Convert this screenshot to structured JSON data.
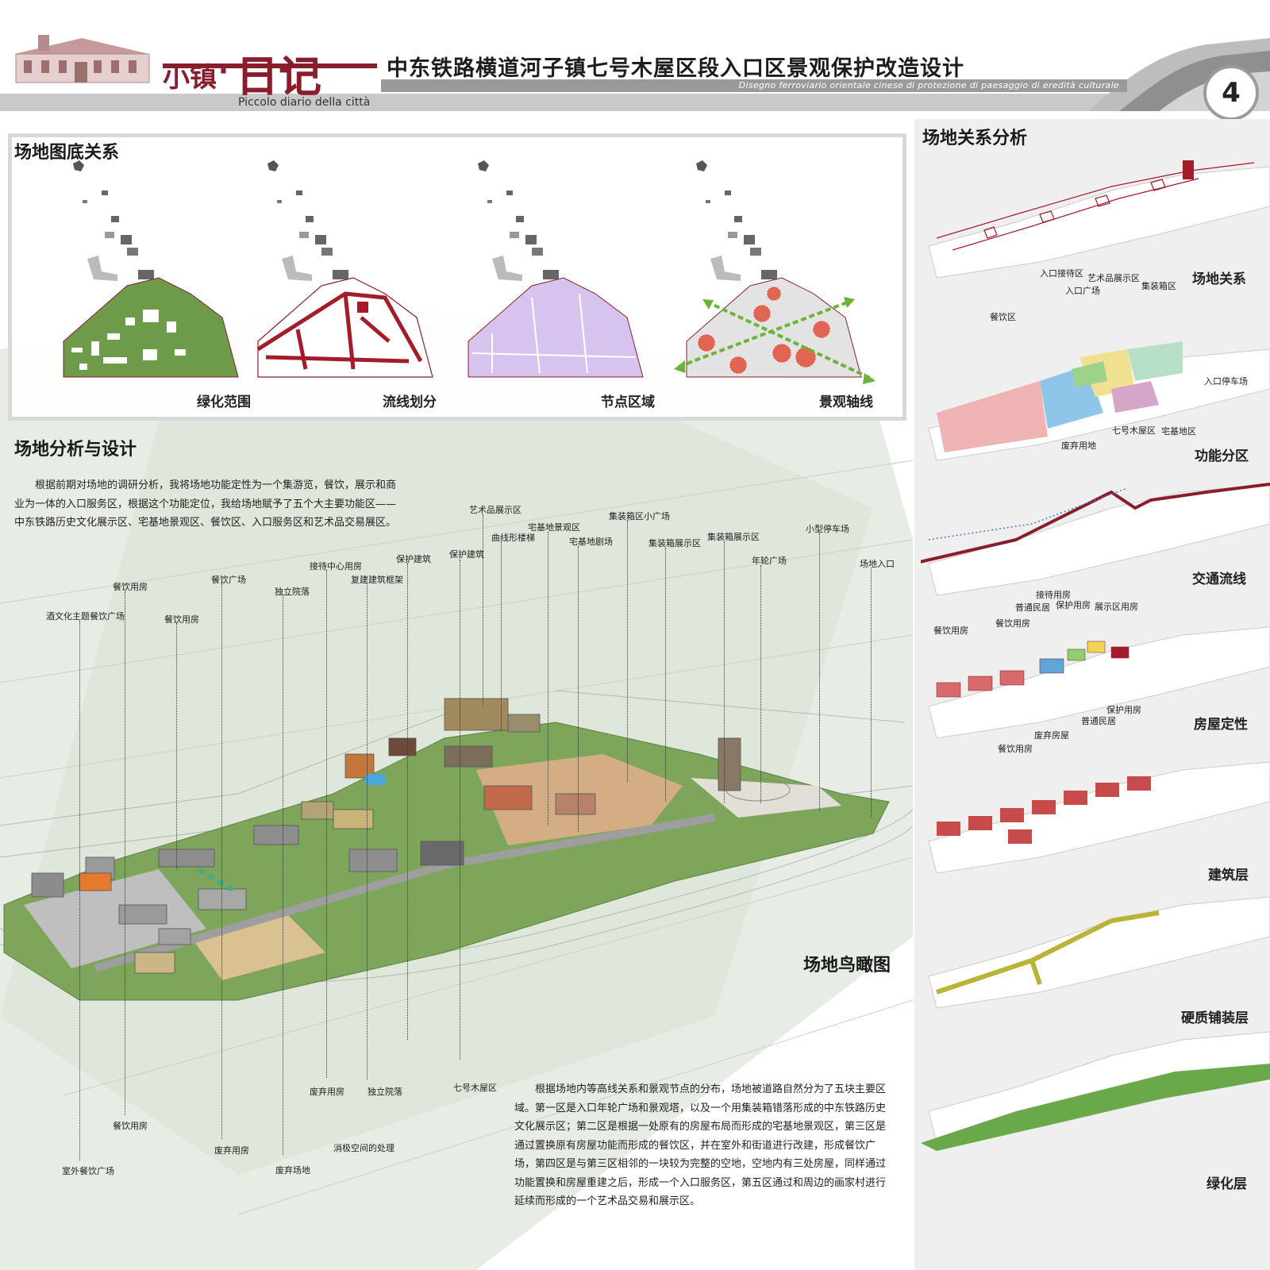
{
  "header": {
    "brand_prefix": "小镇",
    "brand_dot": "·",
    "brand_main": "日记",
    "title": "中东铁路横道河子镇七号木屋区段入口区景观保护改造设计",
    "subtitle_it": "Disegno ferroviario orientale cinese di protezione di paesaggio di eredità culturale",
    "brand_it": "Piccolo diario della città",
    "page_number": "4"
  },
  "figure_ground": {
    "heading": "场地图底关系",
    "maps": [
      {
        "label": "绿化范围"
      },
      {
        "label": "流线划分"
      },
      {
        "label": "节点区域"
      },
      {
        "label": "景观轴线"
      }
    ]
  },
  "analysis": {
    "heading": "场地分析与设计",
    "intro": "根据前期对场地的调研分析，我将场地功能定性为一个集游览，餐饮，展示和商业为一体的入口服务区，根据这个功能定位，我给场地赋予了五个大主要功能区——中东铁路历史文化展示区、宅基地景观区、餐饮区、入口服务区和艺术品交易展区。",
    "aerial_title": "场地鸟瞰图",
    "closing": "根据场地内等高线关系和景观节点的分布，场地被道路自然分为了五块主要区域。第一区是入口年轮广场和景观塔，以及一个用集装箱错落形成的中东铁路历史文化展示区；第二区是根据一处原有的房屋布局而形成的宅基地景观区，第三区是通过置换原有房屋功能而形成的餐饮区，并在室外和街道进行改建，形成餐饮广场，第四区是与第三区相邻的一块较为完整的空地，空地内有三处房屋，同样通过功能置换和房屋重建之后，形成一个入口服务区，第五区通过和周边的画家村进行延续而形成的一个艺术品交易和展示区。",
    "top_labels": [
      "酒文化主题餐饮广场",
      "餐饮用房",
      "餐饮用房",
      "餐饮广场",
      "独立院落",
      "接待中心用房",
      "复建建筑框架",
      "保护建筑",
      "保护建筑",
      "艺术品展示区",
      "曲线形楼梯",
      "宅基地景观区",
      "宅基地剧场",
      "集装箱区小广场",
      "集装箱展示区",
      "集装箱展示区",
      "年轮广场",
      "小型停车场",
      "场地入口"
    ],
    "bottom_labels": [
      "餐饮用房",
      "室外餐饮广场",
      "废弃用房",
      "废弃场地",
      "废弃用房",
      "独立院落",
      "消极空间的处理",
      "七号木屋区"
    ]
  },
  "relations": {
    "heading": "场地关系分析",
    "layers": [
      {
        "label": "场地关系"
      },
      {
        "label": "功能分区"
      },
      {
        "label": "交通流线"
      },
      {
        "label": "房屋定性"
      },
      {
        "label": "建筑层"
      },
      {
        "label": "硬质铺装层"
      },
      {
        "label": "绿化层"
      }
    ],
    "function_labels": [
      "入口接待区",
      "艺术品展示区",
      "入口广场",
      "集装箱区",
      "餐饮区",
      "入口停车场",
      "七号木屋区",
      "宅基地区",
      "废弃用地"
    ],
    "house_labels": [
      "接待用房",
      "普通民居",
      "保护用房",
      "展示区用房",
      "餐饮用房",
      "餐饮用房",
      "保护用房",
      "普通民居",
      "废弃房屋",
      "餐饮用房"
    ]
  },
  "colors": {
    "brand": "#8a1d2c",
    "green": "#5e8f3c",
    "route_red": "#a41c2a",
    "node_red": "#e0503a",
    "node_purple": "#d6c4ee",
    "axis_green": "#6ab43a"
  }
}
